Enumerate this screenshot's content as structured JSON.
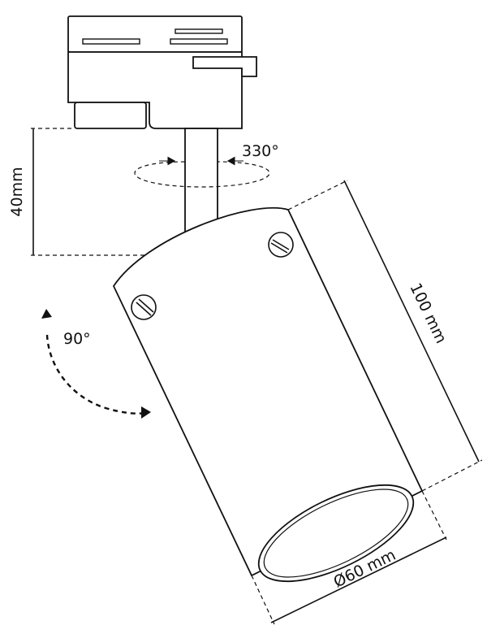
{
  "labels": {
    "height": "40mm",
    "rotation_horizontal": "330°",
    "rotation_tilt": "90°",
    "length": "100 mm",
    "diameter": "Ø60 mm"
  }
}
